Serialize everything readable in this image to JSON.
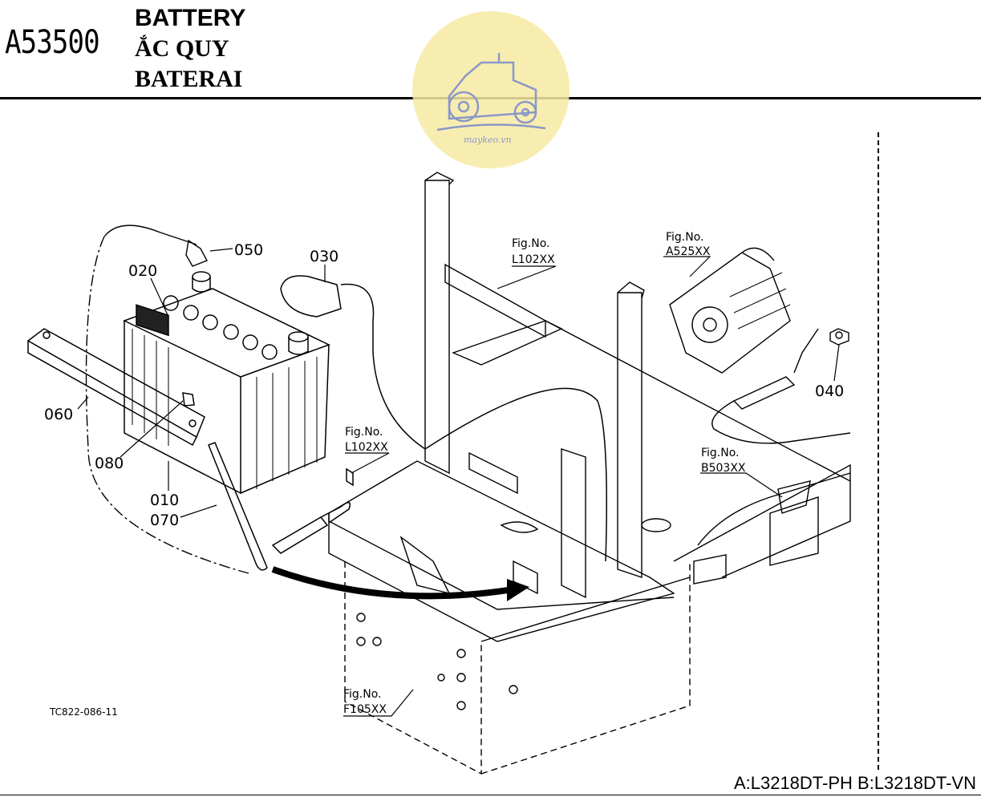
{
  "header": {
    "code": "A53500",
    "title_en": "BATTERY",
    "title_vi": "ẮC QUY",
    "title_id": "BATERAI"
  },
  "watermark": {
    "text": "maykeo.vn",
    "color": "#f6e58d"
  },
  "parts": [
    {
      "id": "p010",
      "number": "010"
    },
    {
      "id": "p020",
      "number": "020"
    },
    {
      "id": "p030",
      "number": "030"
    },
    {
      "id": "p040",
      "number": "040"
    },
    {
      "id": "p050",
      "number": "050"
    },
    {
      "id": "p060",
      "number": "060"
    },
    {
      "id": "p070",
      "number": "070"
    },
    {
      "id": "p080",
      "number": "080"
    }
  ],
  "figure_refs": [
    {
      "label": "Fig.No.",
      "code": "L102XX"
    },
    {
      "label": "Fig.No.",
      "code": "A525XX"
    },
    {
      "label": "Fig.No.",
      "code": "L102XX"
    },
    {
      "label": "Fig.No.",
      "code": "B503XX"
    },
    {
      "label": "Fig.No.",
      "code": "F105XX"
    }
  ],
  "drawing_code": "TC822-086-11",
  "footer": {
    "models": "A:L3218DT-PH B:L3218DT-VN"
  }
}
